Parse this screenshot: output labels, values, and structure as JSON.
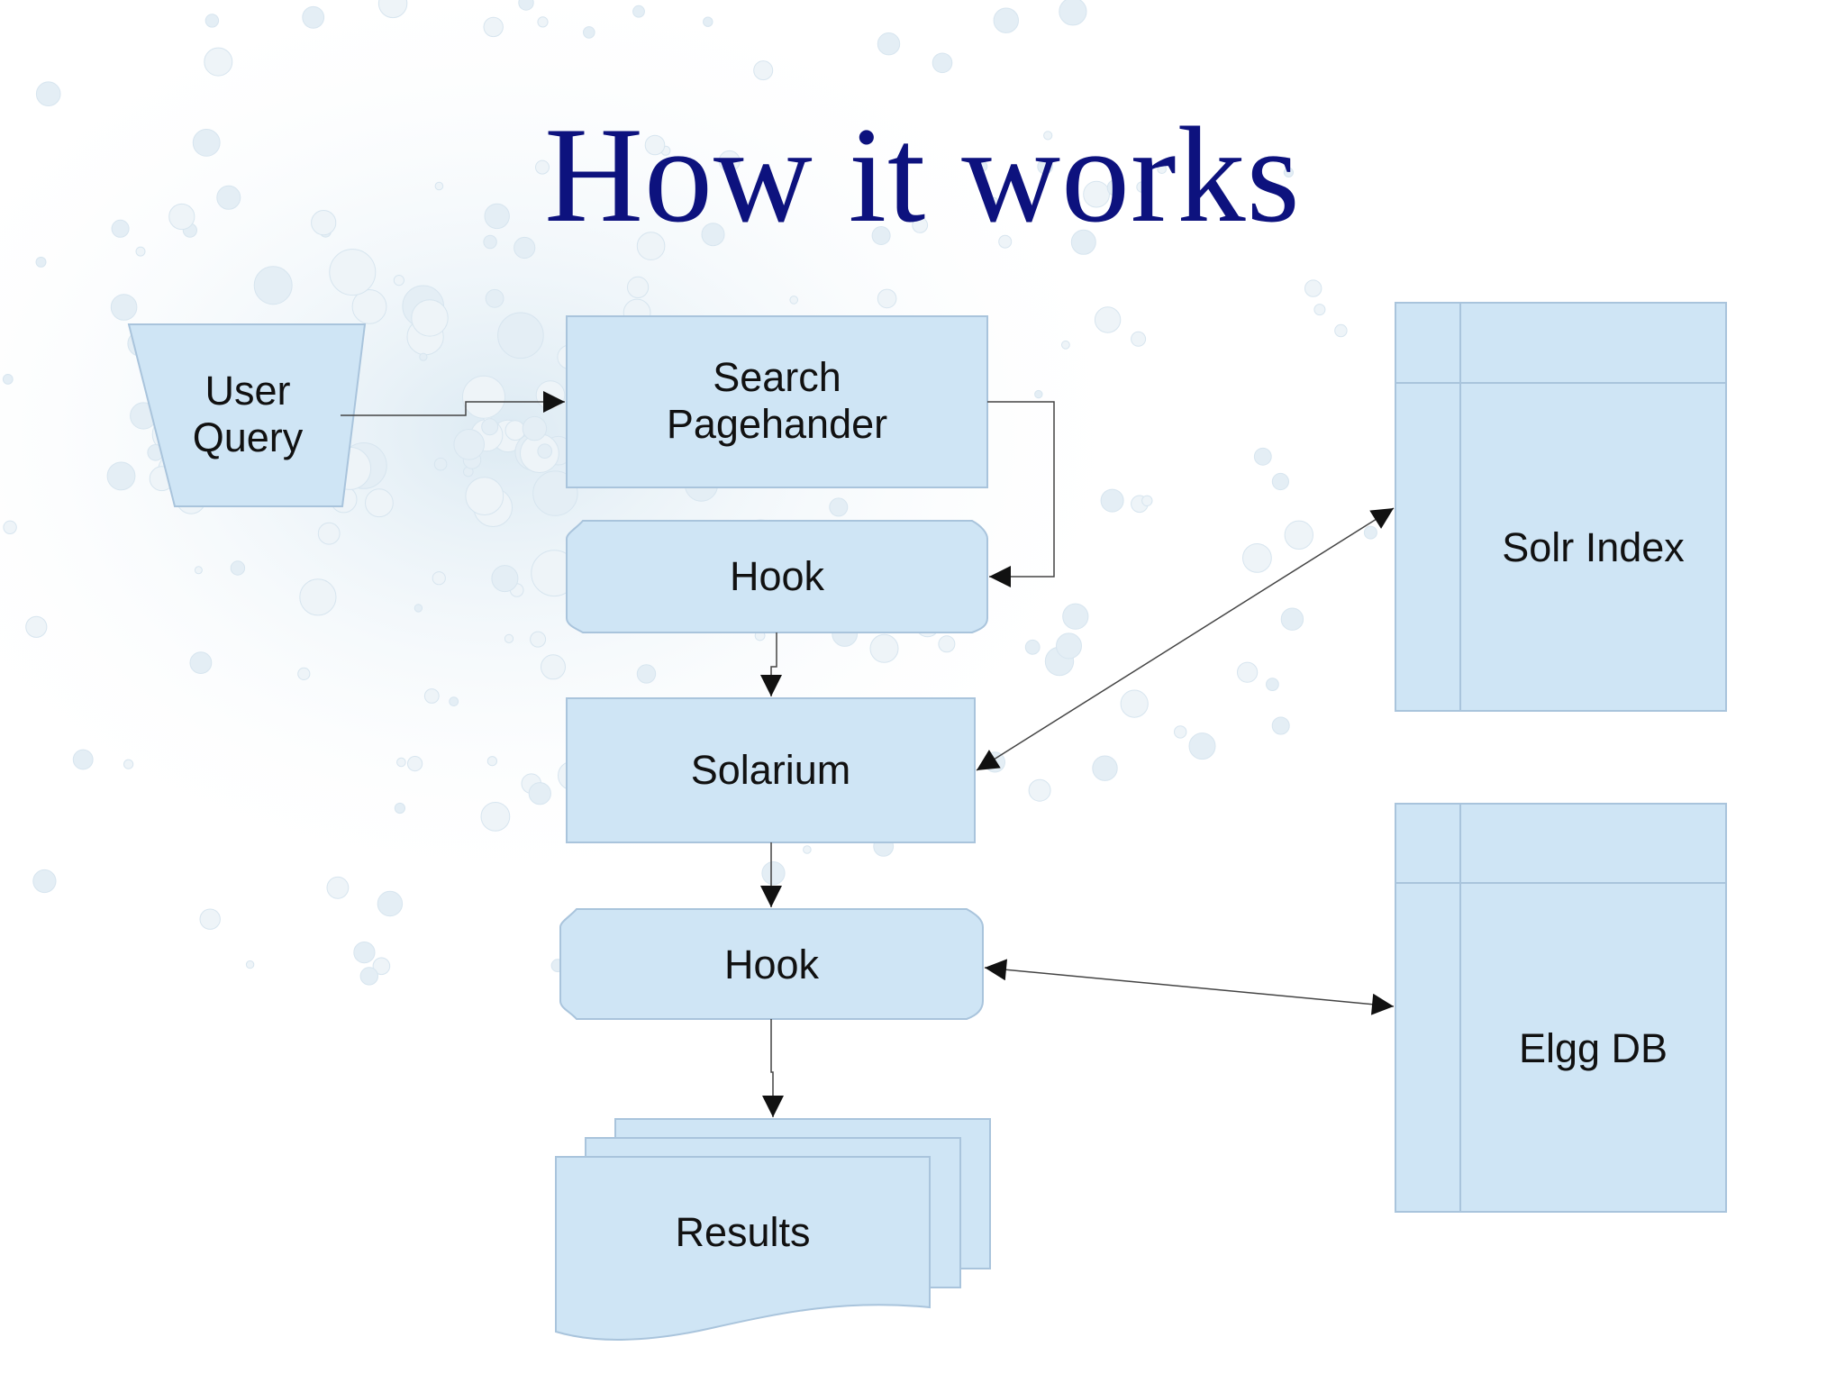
{
  "slide": {
    "title": "How it works"
  },
  "diagram": {
    "nodes": {
      "user_query": "User\nQuery",
      "search_pagehandler": "Search\nPagehander",
      "hook_1": "Hook",
      "solarium": "Solarium",
      "hook_2": "Hook",
      "results": "Results",
      "solr_index": "Solr Index",
      "elgg_db": "Elgg DB"
    },
    "connections": [
      {
        "from": "User Query",
        "to": "Search Pagehander",
        "direction": "one-way"
      },
      {
        "from": "Search Pagehander",
        "to": "Hook",
        "direction": "one-way"
      },
      {
        "from": "Hook",
        "to": "Solarium",
        "direction": "one-way"
      },
      {
        "from": "Solarium",
        "to": "Solr Index",
        "direction": "two-way"
      },
      {
        "from": "Solarium",
        "to": "Hook",
        "direction": "one-way"
      },
      {
        "from": "Hook",
        "to": "Elgg DB",
        "direction": "two-way"
      },
      {
        "from": "Hook",
        "to": "Results",
        "direction": "one-way"
      }
    ]
  },
  "colors": {
    "title": "#0d127e",
    "shape_fill": "#cfe5f5",
    "shape_stroke": "#a9c4dc",
    "connector": "#222222"
  }
}
